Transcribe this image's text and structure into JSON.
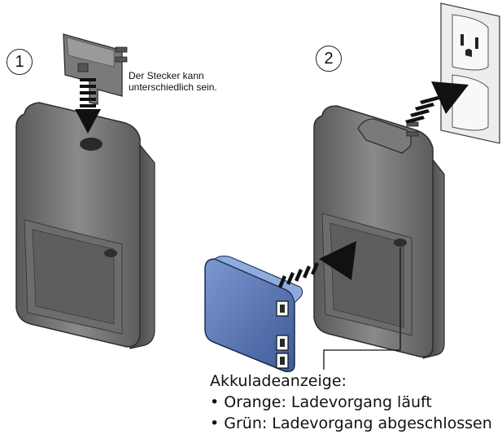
{
  "steps": {
    "one": "1",
    "two": "2"
  },
  "plug_note": {
    "line1": "Der Stecker kann",
    "line2": "unterschiedlich sein."
  },
  "indicator": {
    "title": "Akkuladeanzeige:",
    "items": [
      "• Orange: Ladevorgang läuft",
      "• Grün: Ladevorgang abgeschlossen"
    ]
  },
  "colors": {
    "charger": "#6e6e70",
    "battery": "#4f6fb0",
    "outlet": "#e8e8e8"
  },
  "icons": [
    "plug-icon",
    "charger-icon",
    "battery-icon",
    "outlet-icon",
    "arrow-icon"
  ]
}
